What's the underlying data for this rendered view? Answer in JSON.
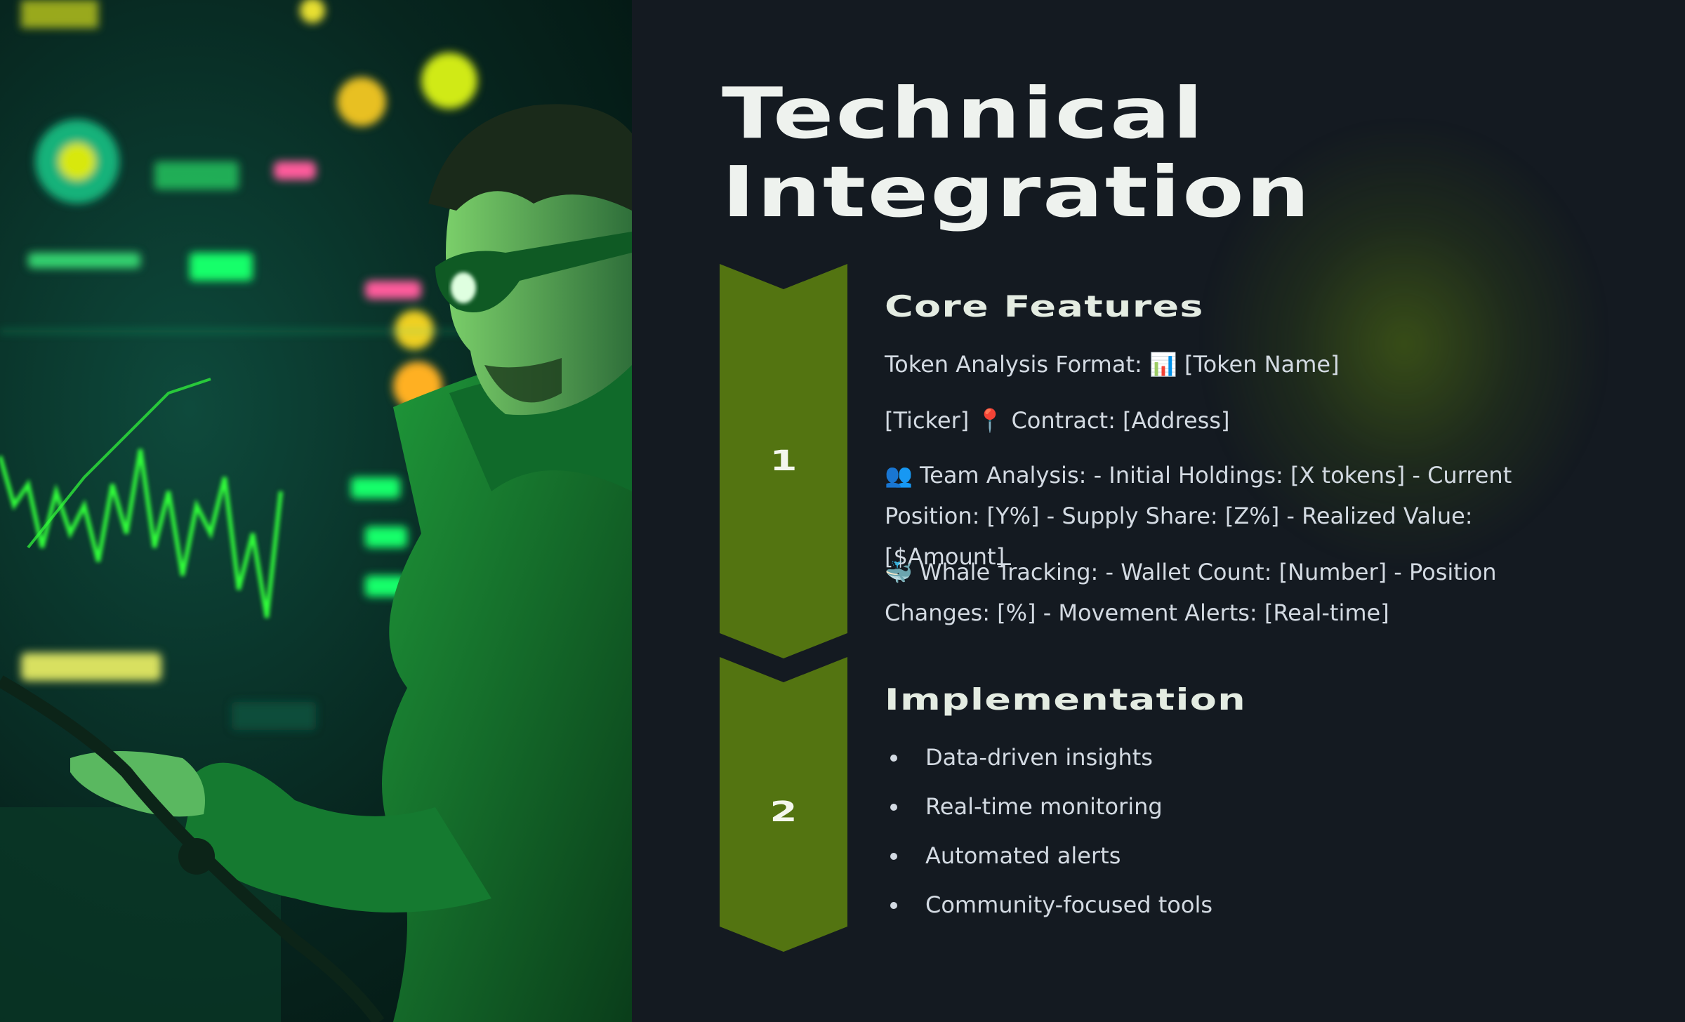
{
  "slide": {
    "title_line1": "Technical",
    "title_line2": "Integration",
    "accent_color": "#537411",
    "background_color": "#141a21"
  },
  "steps": [
    {
      "number": "1",
      "heading": "Core Features"
    },
    {
      "number": "2",
      "heading": "Implementation"
    }
  ],
  "core_features": {
    "line1": "Token Analysis Format: 📊 [Token Name]",
    "line2": " [Ticker] 📍 Contract: [Address]",
    "line3": "👥 Team Analysis: - Initial Holdings: [X tokens] - Current Position: [Y%] - Supply Share: [Z%] - Realized Value: [$Amount]",
    "line4": "🐳 Whale Tracking: - Wallet Count: [Number] - Position Changes: [%] - Movement Alerts: [Real-time]"
  },
  "implementation": {
    "items": [
      "Data-driven insights",
      "Real-time monitoring",
      "Automated alerts",
      "Community-focused tools"
    ]
  },
  "hero_image": {
    "subject": "trader-with-green-goggles-and-market-dashboards-image",
    "palette": [
      "#00ff5a",
      "#0e4a3c",
      "#d4f000",
      "#ff4d8d"
    ]
  }
}
